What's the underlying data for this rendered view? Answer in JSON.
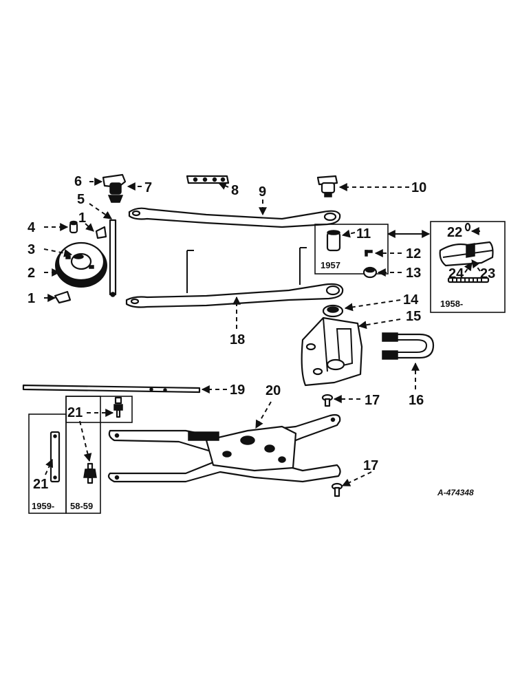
{
  "diagram": {
    "reference": "A-474348",
    "callouts": {
      "c1a": "1",
      "c1b": "1",
      "c2": "2",
      "c3": "3",
      "c4": "4",
      "c5": "5",
      "c6": "6",
      "c7": "7",
      "c8": "8",
      "c9": "9",
      "c10": "10",
      "c11": "11",
      "c12": "12",
      "c13": "13",
      "c14": "14",
      "c15": "15",
      "c16": "16",
      "c17a": "17",
      "c17b": "17",
      "c18": "18",
      "c19": "19",
      "c20": "20",
      "c21a": "21",
      "c21b": "21",
      "c22": "22",
      "c23": "23",
      "c24": "24"
    },
    "years": {
      "y1957": "1957",
      "y1958": "1958-",
      "y1959": "1959-",
      "y5859": "58-59"
    }
  }
}
